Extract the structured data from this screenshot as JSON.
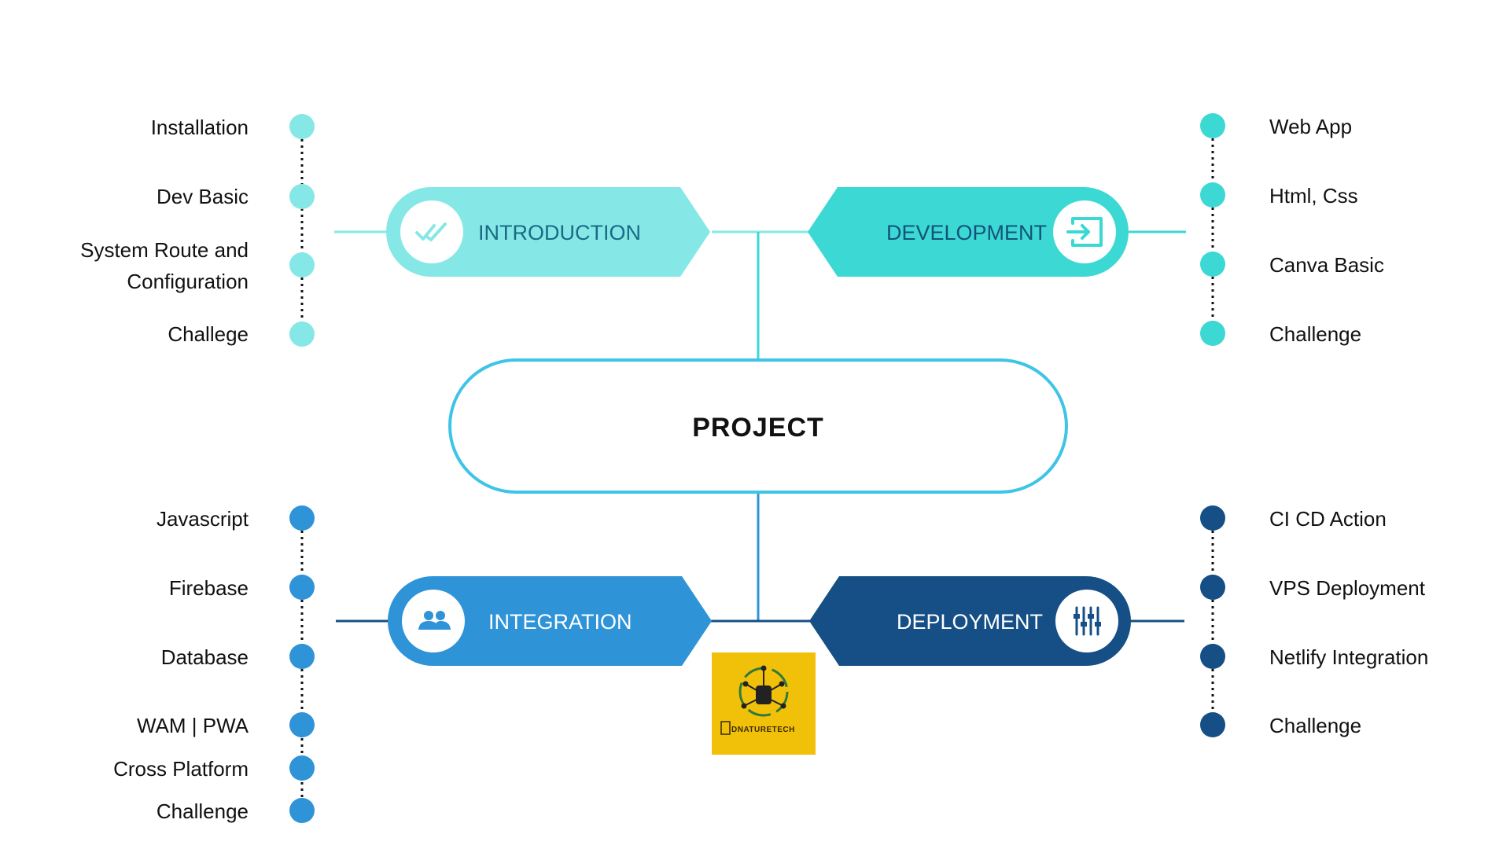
{
  "center": {
    "label": "PROJECT"
  },
  "colors": {
    "introduction": "#86E8E6",
    "development": "#3CD8D4",
    "integration": "#2F93D8",
    "deployment": "#154F85",
    "center_border": "#3EC4E6",
    "logo_bg": "#F1C10A"
  },
  "sections": {
    "introduction": {
      "label": "INTRODUCTION",
      "icon": "double-check-icon",
      "items": [
        "Installation",
        "Dev Basic",
        "System Route and Configuration",
        "Challege"
      ]
    },
    "development": {
      "label": "DEVELOPMENT",
      "icon": "enter-icon",
      "items": [
        "Web App",
        "Html, Css",
        "Canva Basic",
        "Challenge"
      ]
    },
    "integration": {
      "label": "INTEGRATION",
      "icon": "people-icon",
      "items": [
        "Javascript",
        "Firebase",
        "Database",
        "WAM | PWA",
        "Cross Platform",
        "Challenge"
      ]
    },
    "deployment": {
      "label": "DEPLOYMENT",
      "icon": "sliders-icon",
      "items": [
        "CI CD Action",
        "VPS Deployment",
        "Netlify Integration",
        "Challenge"
      ]
    }
  },
  "logo": {
    "text": "DNATURETECH",
    "icon": "circuit-logo-icon"
  },
  "labels": {
    "system_route_line1": "System Route and",
    "system_route_line2": "Configuration"
  }
}
